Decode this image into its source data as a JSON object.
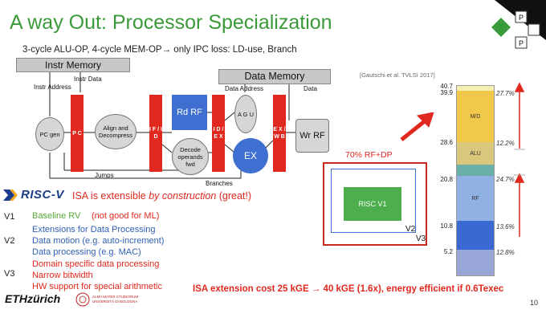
{
  "slide": {
    "title": "A way Out: Processor Specialization",
    "subtitle": "3-cycle ALU-OP, 4-cycle MEM-OP→ only IPC loss: LD-use, Branch",
    "page_number": "10",
    "citation": "[Gautschi et al. TVLSI 2017]"
  },
  "diagram": {
    "instr_memory": "Instr Memory",
    "data_memory": "Data Memory",
    "instr_data": "Instr Data",
    "instr_address": "Instr Address",
    "data_address": "Data Address",
    "data": "Data",
    "pc_gen": "PC gen",
    "pc": "P C",
    "align": "Align and Decompress",
    "if_id": "I F / I D",
    "rd_rf": "Rd RF",
    "decode": "Decode operands fwd",
    "id_ex": "I D / E X",
    "agu": "A G U",
    "ex": "EX",
    "ex_wb": "E X / W B",
    "wr_rf": "Wr RF",
    "jumps": "Jumps",
    "branches": "Branches"
  },
  "isa": {
    "logo_text": "RISC-V",
    "statement_a": "ISA is extensible ",
    "statement_b": "by construction",
    "statement_c": " (great!)",
    "v1_tag": "V1",
    "v1_main": "Baseline RV",
    "v1_note": "(not good for ML)",
    "v2_tag": "V2",
    "v2_lines": [
      "Extensions for Data Processing",
      "Data motion (e.g. auto-increment)",
      "Data processing (e.g. MAC)"
    ],
    "v3_tag": "V3",
    "v3_lines": [
      "Domain specific data processing",
      "Narrow bitwidth",
      "HW support for special arithmetic"
    ]
  },
  "area": {
    "rf_dp": "70% RF+DP",
    "risc_v1": "RISC V1",
    "v2_label": "V2",
    "v3_label": "V3"
  },
  "stack": {
    "ticks": [
      "40.7",
      "39.9",
      "28.6",
      "20.8",
      "10.8",
      "5.2"
    ],
    "pcts": [
      "27.7%",
      "12.2%",
      "24.7%",
      "13.6%",
      "12.8%"
    ],
    "seg_labels": [
      "M/D",
      "ALU",
      "RF"
    ]
  },
  "footer": {
    "eth": "ETHzürich",
    "unibo": "ALMA MATER STUDIORUM UNIVERSITÀ DI BOLOGNA",
    "extension_cost": "ISA extension cost 25 kGE → 40 kGE  (1.6x), energy efficient if 0.6Texec"
  },
  "colors": {
    "title_green": "#3a9a3a",
    "accent_red": "#e0281e",
    "blue_text": "#2f5fb5",
    "green_text": "#5aa83a"
  }
}
